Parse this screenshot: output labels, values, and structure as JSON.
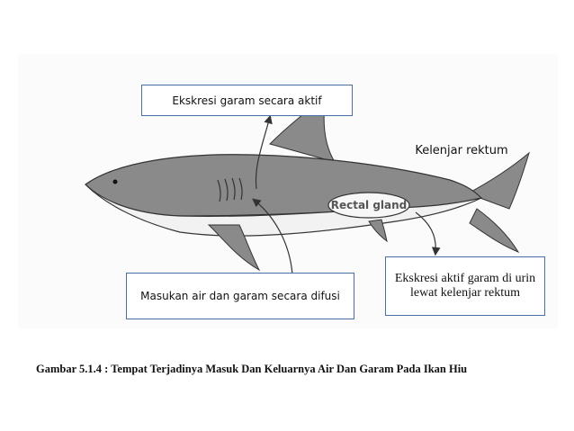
{
  "labels": {
    "active_excretion": "Ekskresi garam secara aktif",
    "rectal_gland_name": "Kelenjar rektum",
    "active_excretion_rectum": "Ekskresi aktif garam di urin lewat kelenjar rektum",
    "diffusion_intake": "Masukan air dan garam secara difusi"
  },
  "figure": {
    "gland_label": "Rectal gland"
  },
  "caption": "Gambar 5.1.4 : Tempat Terjadinya Masuk Dan Keluarnya Air Dan Garam Pada Ikan Hiu",
  "colors": {
    "box_border": "#4a6fa5",
    "shark_back": "#8a8a8a",
    "shark_belly": "#f2f2f2",
    "outline": "#333333"
  }
}
